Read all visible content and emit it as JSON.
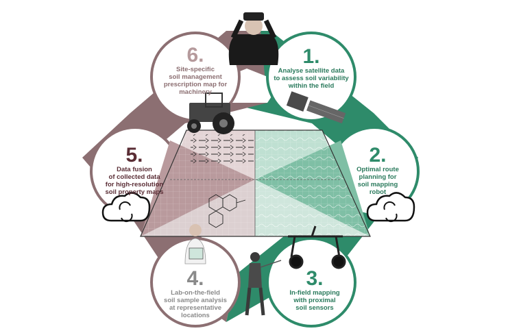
{
  "colors": {
    "green": "#2e8b6a",
    "green_light": "#cfe6dc",
    "mauve": "#8c6f72",
    "mauve_light": "#d9c7c8",
    "num_green": "#2e8b6a",
    "num_mauve": "#b59a9c",
    "text_green": "#2a7a5c",
    "text_maroon": "#5a2d35",
    "text_grey": "#8a8a8a",
    "text_mauve": "#8c6f72"
  },
  "steps": [
    {
      "num": "1.",
      "text": "Analyse satellite data\nto assess soil variability\nwithin the field"
    },
    {
      "num": "2.",
      "text": "Optimal route\nplanning for\nsoil mapping\nrobot"
    },
    {
      "num": "3.",
      "text": "In-field mapping\nwith proximal\nsoil sensors"
    },
    {
      "num": "4.",
      "text": "Lab-on-the-field\nsoil sample analysis\nat representative\nlocations"
    },
    {
      "num": "5.",
      "text": "Data fusion\nof collected data\nfor high-resolution\nsoil property maps"
    },
    {
      "num": "6.",
      "text": "Site-specific\nsoil management\nprescription map for\nmachinery"
    }
  ],
  "icons": [
    "binoculars-person-icon",
    "satellite-icon",
    "tractor-icon",
    "cloud-sync-icon",
    "robot-icon",
    "scientist-icon",
    "field-worker-icon"
  ]
}
